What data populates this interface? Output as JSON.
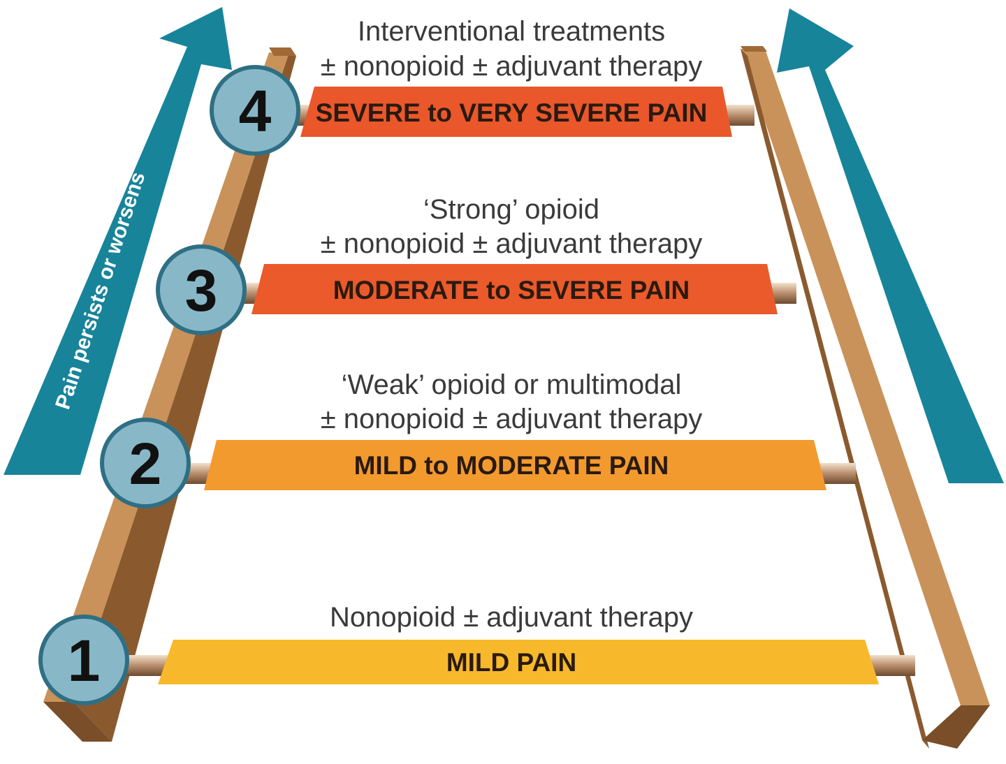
{
  "arrow_label": "Pain persists or worsens",
  "steps": [
    {
      "number": "1",
      "pain_level": "MILD PAIN",
      "treatment_lines": [
        "Nonopioid ± adjuvant therapy"
      ],
      "band_color": "#f7b92b"
    },
    {
      "number": "2",
      "pain_level": "MILD to MODERATE PAIN",
      "treatment_lines": [
        "‘Weak’ opioid or multimodal",
        "± nonopioid ± adjuvant therapy"
      ],
      "band_color": "#f39a2f"
    },
    {
      "number": "3",
      "pain_level": "MODERATE to SEVERE PAIN",
      "treatment_lines": [
        "‘Strong’ opioid",
        "± nonopioid ± adjuvant therapy"
      ],
      "band_color": "#ea5a2b"
    },
    {
      "number": "4",
      "pain_level": "SEVERE to VERY SEVERE PAIN",
      "treatment_lines": [
        "Interventional treatments",
        "± nonopioid ± adjuvant therapy"
      ],
      "band_color": "#e9572b"
    }
  ],
  "colors": {
    "arrow": "#17849a",
    "rail_light": "#c9925a",
    "rail_dark": "#8a5a2e",
    "circle_fill": "#88b8c8",
    "circle_stroke": "#2f6f84"
  }
}
